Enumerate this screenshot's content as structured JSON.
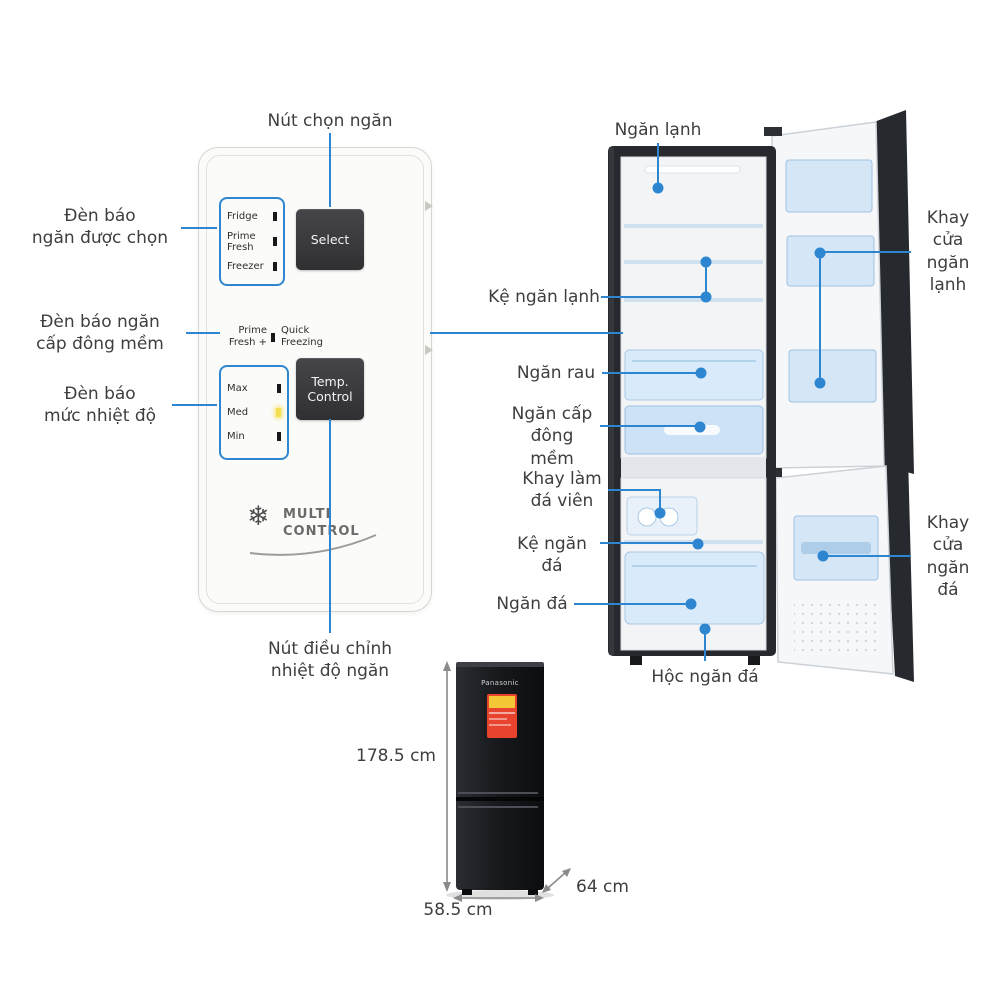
{
  "colors": {
    "accent": "#2e86d1",
    "text": "#3e3e3e"
  },
  "control_panel": {
    "compartment_indicators": [
      "Fridge",
      "Prime\nFresh",
      "Freezer"
    ],
    "select_button": "Select",
    "soft_freeze_left": "Prime\nFresh +",
    "soft_freeze_right": "Quick\nFreezing",
    "temp_indicators": [
      "Max",
      "Med",
      "Min"
    ],
    "temp_button": "Temp.\nControl",
    "logo": {
      "icon": "❄",
      "line1": "MULTI",
      "line2": "CONTROL"
    }
  },
  "panel_callouts": {
    "select": "Nút chọn ngăn",
    "compartment": "Đèn báo\nngăn được chọn",
    "soft_freeze": "Đèn báo ngăn\ncấp đông mềm",
    "temp_level": "Đèn báo\nmức nhiệt độ",
    "temp_control": "Nút điều chỉnh\nnhiệt độ ngăn"
  },
  "fridge_callouts": {
    "fridge_compartment": "Ngăn lạnh",
    "fridge_door_tray": "Khay\ncửa\nngăn\nlạnh",
    "fridge_shelf": "Kệ ngăn lạnh",
    "veg_drawer": "Ngăn rau",
    "soft_freeze_drawer": "Ngăn cấp\nđông mềm",
    "ice_tray": "Khay làm\nđá viên",
    "freezer_shelf": "Kệ ngăn đá",
    "freezer_compartment": "Ngăn đá",
    "freezer_bin": "Hộc ngăn đá",
    "freezer_door_tray": "Khay\ncửa\nngăn\nđá"
  },
  "dimensions": {
    "height": "178.5 cm",
    "width": "58.5 cm",
    "depth": "64 cm"
  },
  "brand": "Panasonic"
}
